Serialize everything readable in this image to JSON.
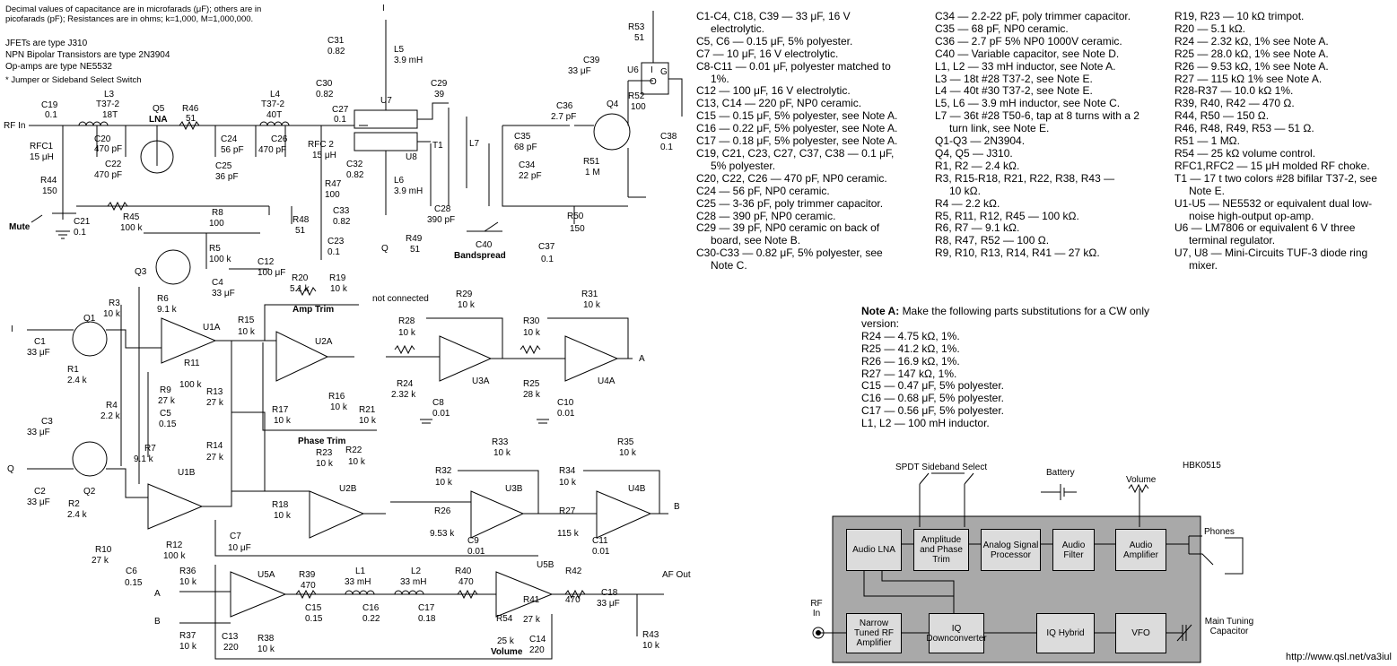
{
  "header_note": [
    "Decimal values of capacitance are in microfarads (μF); others are in",
    "picofarads (pF); Resistances are in ohms; k=1,000, M=1,000,000."
  ],
  "semis_note": [
    "JFETs are type J310",
    "NPN Bipolar Transistors are type 2N3904",
    "Op-amps are type NE5532"
  ],
  "jumper_note": "* Jumper or Sideband Select Switch",
  "schematic_labels": {
    "rf_in": "RF In",
    "mute": "Mute",
    "lna": "LNA",
    "amp_trim": "Amp Trim",
    "not_connected": "not connected",
    "phase_trim": "Phase Trim",
    "bandspread": "Bandspread",
    "volume": "Volume",
    "af_out": "AF Out",
    "i_in": "I",
    "q_in": "Q",
    "out_a": "A",
    "out_b": "B",
    "c19": "C19",
    "c19v": "0.1",
    "l3": "L3",
    "l3v1": "T37-2",
    "l3v2": "18T",
    "q5": "Q5",
    "r46": "R46",
    "r46v": "51",
    "l4": "L4",
    "l4v1": "T37-2",
    "l4v2": "40T",
    "c27": "C27",
    "c27v": "0.1",
    "rfc1": "RFC1",
    "rfc1v": "15 μH",
    "c20": "C20",
    "c20v": "470 pF",
    "c22": "C22",
    "c22v": "470 pF",
    "c24": "C24",
    "c24v": "56 pF",
    "c25": "C25",
    "c25v": "36 pF",
    "c26": "C26",
    "c26v": "470 pF",
    "rfc2": "RFC 2",
    "rfc2v": "15 μH",
    "r47": "R47",
    "r47v": "100",
    "r44": "R44",
    "r44v": "150",
    "c21": "C21",
    "c21v": "0.1",
    "r45": "R45",
    "r45v": "100 k",
    "r8": "R8",
    "r8v": "100",
    "r48": "R48",
    "r48v": "51",
    "c23": "C23",
    "c23v": "0.1",
    "r5": "R5",
    "r5v": "100 k",
    "c12": "C12",
    "c12v": "100 μF",
    "q3": "Q3",
    "c4": "C4",
    "c4v": "33 μF",
    "c31": "C31",
    "c31v": "0.82",
    "l5": "L5",
    "l5v": "3.9 mH",
    "c30": "C30",
    "c30v": "0.82",
    "u7": "U7",
    "u8": "U8",
    "c32": "C32",
    "c32v": "0.82",
    "l6": "L6",
    "l6v": "3.9 mH",
    "c33": "C33",
    "c33v": "0.82",
    "c29": "C29",
    "c29v": "39",
    "t1": "T1",
    "l7": "L7",
    "c28": "C28",
    "c28v": "390 pF",
    "r49": "R49",
    "r49v": "51",
    "c35": "C35",
    "c35v": "68 pF",
    "c34": "C34",
    "c34v": "22 pF",
    "c40": "C40",
    "c36": "C36",
    "c36v": "2.7 pF",
    "q4": "Q4",
    "r51": "R51",
    "r51v": "1 M",
    "r50": "R50",
    "r50v": "150",
    "c37": "C37",
    "c37v": "0.1",
    "r53": "R53",
    "r53v": "51",
    "c39": "C39",
    "c39v": "33 μF",
    "u6": "U6",
    "u6i": "I",
    "u6o": "O",
    "u6g": "G",
    "r52": "R52",
    "r52v": "100",
    "c38": "C38",
    "c38v": "0.1",
    "q1": "Q1",
    "q2": "Q2",
    "c1": "C1",
    "c1v": "33 μF",
    "c2": "C2",
    "c2v": "33 μF",
    "c3": "C3",
    "c3v": "33 μF",
    "r1": "R1",
    "r1v": "2.4 k",
    "r2": "R2",
    "r2v": "2.4 k",
    "r3": "R3",
    "r3v": "10 k",
    "r4": "R4",
    "r4v": "2.2 k",
    "r6": "R6",
    "r6v": "9.1 k",
    "r7": "R7",
    "r7v": "9.1 k",
    "u1a": "U1A",
    "u1b": "U1B",
    "r11": "R11",
    "r11v": "100 k",
    "r9": "R9",
    "r9v": "27 k",
    "c5": "C5",
    "c5v": "0.15",
    "r10": "R10",
    "r10v": "27 k",
    "c6": "C6",
    "c6v": "0.15",
    "r12": "R12",
    "r12v": "100 k",
    "r15": "R15",
    "r15v": "10 k",
    "r13": "R13",
    "r13v": "27 k",
    "r14": "R14",
    "r14v": "27 k",
    "r20": "R20",
    "r20v": "5.1 k",
    "r19": "R19",
    "r19v": "10 k",
    "u2a": "U2A",
    "u2b": "U2B",
    "r16": "R16",
    "r16v": "10 k",
    "r17": "R17",
    "r17v": "10 k",
    "r21": "R21",
    "r21v": "10 k",
    "r22": "R22",
    "r22v": "10 k",
    "r23": "R23",
    "r23v": "10 k",
    "r18": "R18",
    "r18v": "10 k",
    "c7": "C7",
    "c7v": "10 μF",
    "r29": "R29",
    "r29v": "10 k",
    "r28": "R28",
    "r28v": "10 k",
    "r24": "R24",
    "r24v": "2.32 k",
    "c8": "C8",
    "c8v": "0.01",
    "u3a": "U3A",
    "u3b": "U3B",
    "r31": "R31",
    "r31v": "10 k",
    "r30": "R30",
    "r30v": "10 k",
    "r25": "R25",
    "r25v": "28 k",
    "c10": "C10",
    "c10v": "0.01",
    "u4a": "U4A",
    "u4b": "U4B",
    "r33": "R33",
    "r33v": "10 k",
    "r32": "R32",
    "r32v": "10 k",
    "r26": "R26",
    "r26v": "9.53 k",
    "c9": "C9",
    "c9v": "0.01",
    "r35": "R35",
    "r35v": "10 k",
    "r34": "R34",
    "r34v": "10 k",
    "r27": "R27",
    "r27v": "115 k",
    "c11": "C11",
    "c11v": "0.01",
    "r36": "R36",
    "r36v": "10 k",
    "r37": "R37",
    "r37v": "10 k",
    "u5a": "U5A",
    "u5b": "U5B",
    "r38": "R38",
    "r38v": "10 k",
    "c13": "C13",
    "c13v": "220",
    "r39": "R39",
    "r39v": "470",
    "c15": "C15",
    "c15v": "0.15",
    "l1": "L1",
    "l1v": "33 mH",
    "c16": "C16",
    "c16v": "0.22",
    "l2": "L2",
    "l2v": "33 mH",
    "c17": "C17",
    "c17v": "0.18",
    "r40": "R40",
    "r40v": "470",
    "r41": "R41",
    "r41v": "27 k",
    "r54": "R54",
    "r54v": "25 k",
    "c14": "C14",
    "c14v": "220",
    "r42": "R42",
    "r42v": "470",
    "c18": "C18",
    "c18v": "33 μF",
    "r43": "R43",
    "r43v": "10 k"
  },
  "parts_col1": [
    "C1-C4, C18, C39 — 33 μF, 16 V",
    "electrolytic.",
    "C5, C6 — 0.15 μF, 5% polyester.",
    "C7 — 10 μF, 16 V electrolytic.",
    "C8-C11 — 0.01 μF, polyester matched to",
    "1%.",
    "C12 — 100 μF, 16 V electrolytic.",
    "C13, C14 — 220 pF, NP0 ceramic.",
    "C15 — 0.15 μF, 5% polyester, see Note A.",
    "C16 — 0.22 μF, 5% polyester, see Note A.",
    "C17 — 0.18 μF, 5% polyester, see Note A.",
    "C19, C21, C23, C27, C37, C38 — 0.1 μF,",
    "5% polyester.",
    "C20, C22, C26 — 470 pF, NP0 ceramic.",
    "C24 — 56 pF, NP0 ceramic.",
    "C25 — 3-36 pF, poly trimmer capacitor.",
    "C28 — 390 pF, NP0 ceramic.",
    "C29 — 39 pF, NP0 ceramic on back of",
    "board, see Note B.",
    "C30-C33 — 0.82 μF, 5% polyester, see",
    "Note C."
  ],
  "parts_col2": [
    "C34 — 2.2-22 pF, poly trimmer capacitor.",
    "C35 — 68 pF, NP0 ceramic.",
    "C36 — 2.7 pF 5% NP0 1000V ceramic.",
    "C40 — Variable capacitor, see Note D.",
    "L1, L2 — 33 mH inductor, see Note A.",
    "L3 — 18t #28 T37-2, see Note E.",
    "L4 — 40t #30 T37-2, see Note E.",
    "L5, L6 — 3.9 mH inductor, see Note C.",
    "L7 — 36t #28 T50-6, tap at 8 turns with a 2",
    "turn link, see Note E.",
    "Q1-Q3 — 2N3904.",
    "Q4, Q5 — J310.",
    "R1, R2 — 2.4 kΩ.",
    "R3, R15-R18, R21, R22, R38, R43 —",
    "10 kΩ.",
    "R4 — 2.2 kΩ.",
    "R5, R11, R12, R45 — 100 kΩ.",
    "R6, R7 — 9.1 kΩ.",
    "R8, R47, R52 — 100 Ω.",
    "R9, R10, R13, R14, R41 — 27 kΩ."
  ],
  "parts_col3": [
    "R19, R23 — 10 kΩ trimpot.",
    "R20 — 5.1 kΩ.",
    "R24 — 2.32 kΩ, 1% see Note A.",
    "R25 — 28.0 kΩ, 1% see Note A.",
    "R26 — 9.53 kΩ, 1% see Note A.",
    "R27 — 115 kΩ 1% see Note A.",
    "R28-R37 — 10.0 kΩ 1%.",
    "R39, R40, R42 — 470 Ω.",
    "R44, R50 — 150 Ω.",
    "R46, R48, R49, R53 — 51 Ω.",
    "R51 — 1 MΩ.",
    "R54 — 25 kΩ volume control.",
    "RFC1,RFC2 — 15 μH molded RF choke.",
    "T1 — 17 t two colors #28 bifilar T37-2, see",
    "Note E.",
    "U1-U5 — NE5532 or equivalent dual low-",
    "noise high-output op-amp.",
    "U6 — LM7806 or equivalent 6 V three",
    "terminal regulator.",
    "U7, U8 — Mini-Circuits TUF-3 diode ring",
    "mixer."
  ],
  "note_a": {
    "title": "Note A:",
    "intro": "Make the following parts substitutions for a CW only",
    "intro2": "version:",
    "items": [
      "R24 — 4.75 kΩ, 1%.",
      "R25 — 41.2 kΩ, 1%.",
      "R26 — 16.9 kΩ, 1%.",
      "R27 — 147 kΩ, 1%.",
      "C15 — 0.47 μF, 5% polyester.",
      "C16 — 0.68 μF, 5% polyester.",
      "C17 — 0.56 μF, 5% polyester.",
      "L1, L2 — 100 mH inductor."
    ]
  },
  "block_diagram": {
    "figure_id": "HBK0515",
    "switch_label": "SPDT Sideband Select",
    "battery": "Battery",
    "volume": "Volume",
    "phones": "Phones",
    "rf_in": "RF In",
    "tuning": "Main Tuning Capacitor",
    "blocks": {
      "audio_lna": "Audio LNA",
      "amp_phase": "Amplitude and Phase Trim",
      "analog_sp": "Analog Signal Processor",
      "audio_filter": "Audio Filter",
      "audio_amp": "Audio Amplifier",
      "narrow_rf": "Narrow Tuned RF Amplifier",
      "iq_down": "IQ Downconverter",
      "iq_hybrid": "IQ Hybrid",
      "vfo": "VFO"
    }
  },
  "source_url": "http://www.qsl.net/va3iul"
}
